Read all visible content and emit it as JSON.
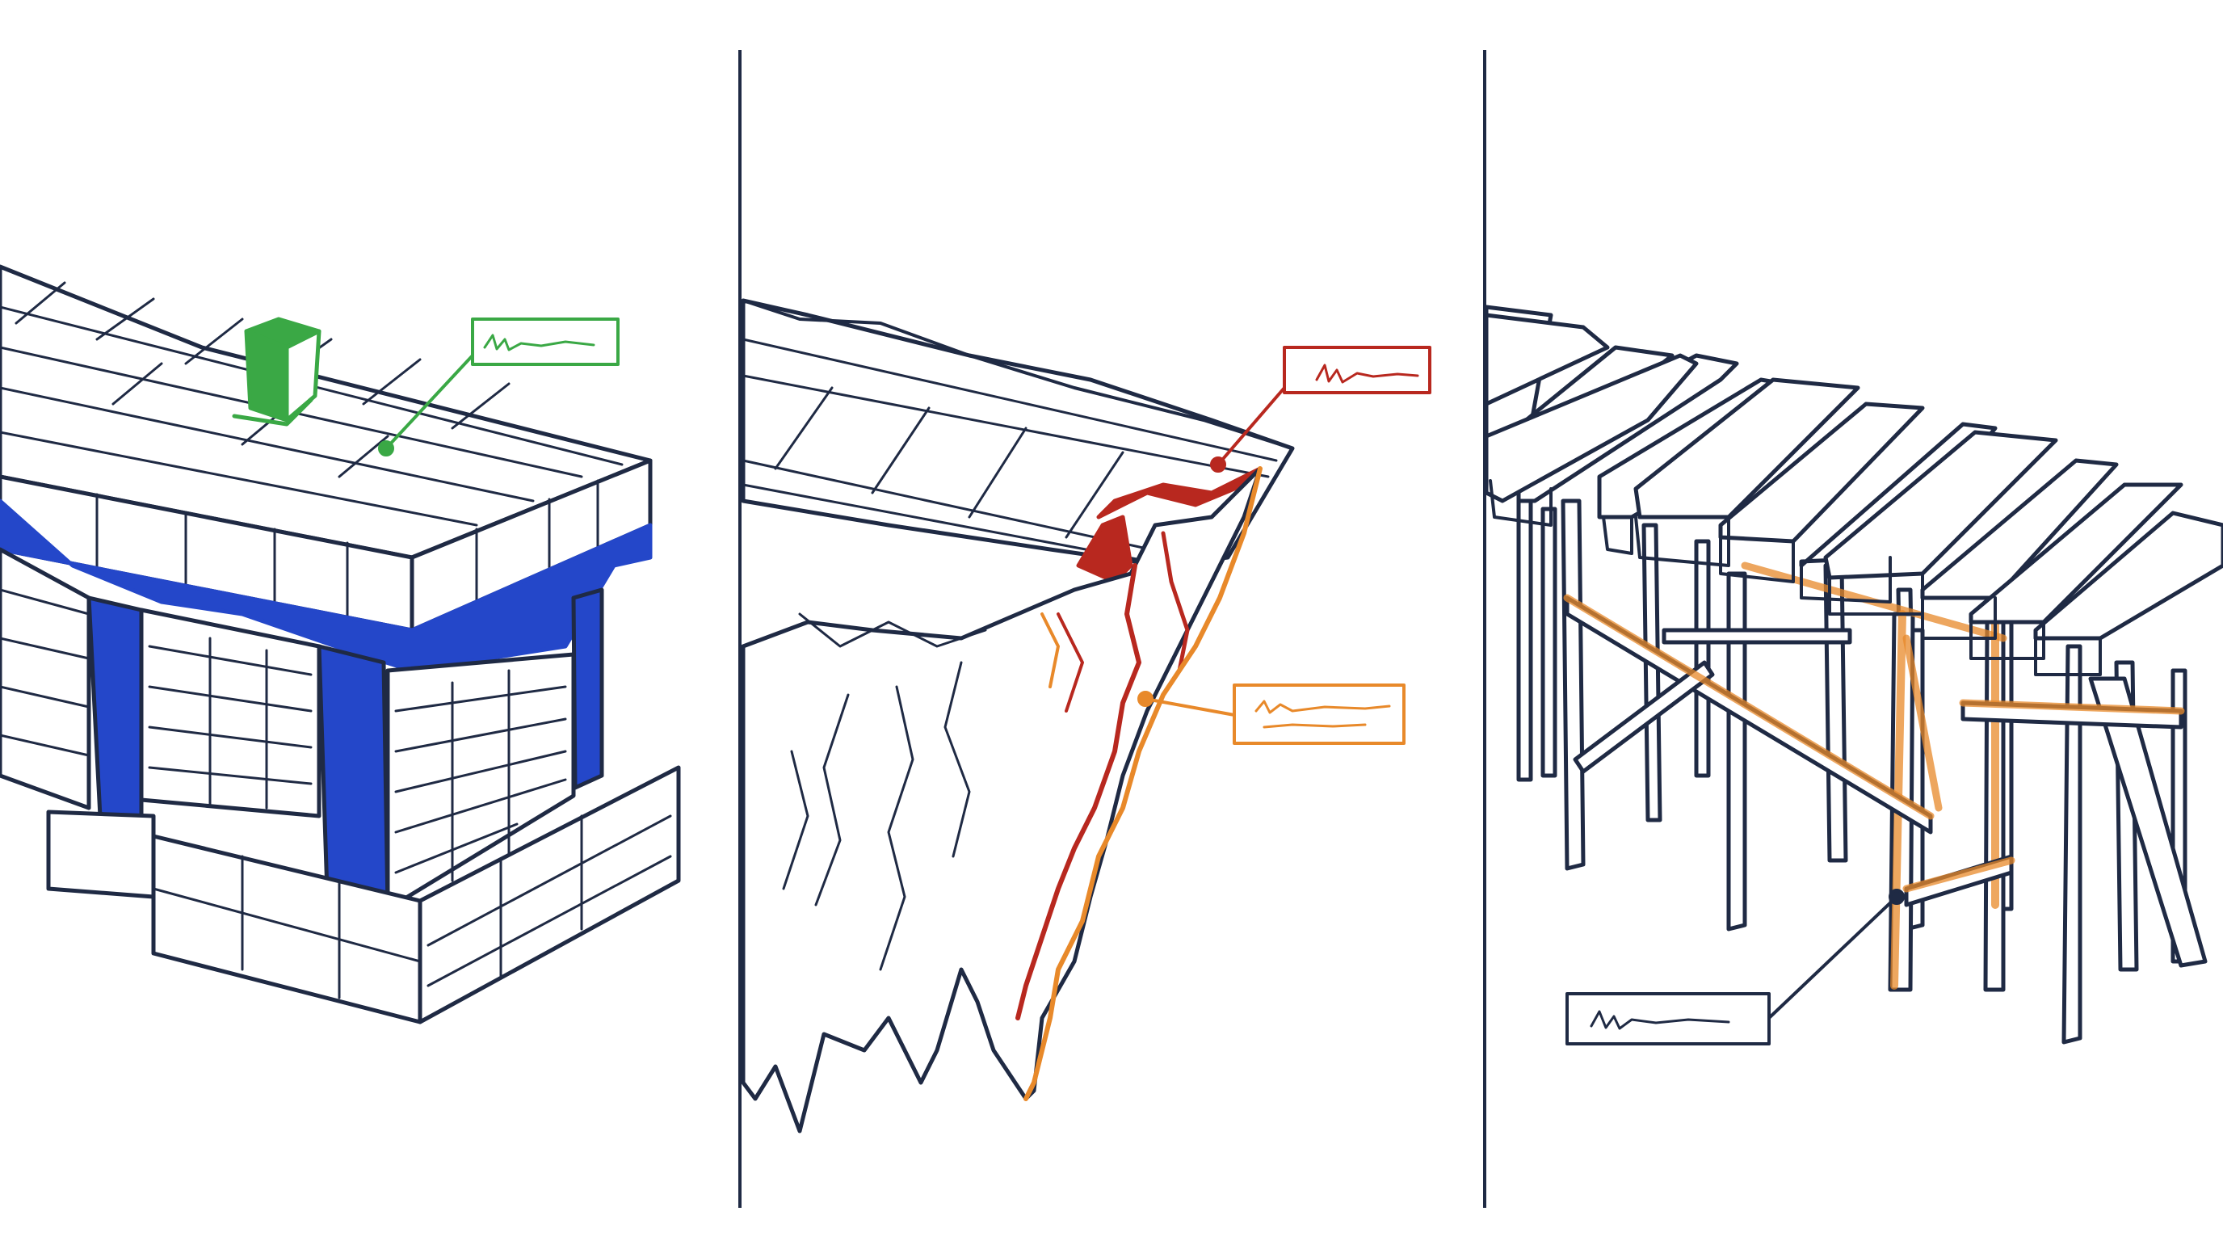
{
  "colors": {
    "ink": "#1f2a44",
    "stone_highlight": "#2447c9",
    "stable_marker": "#3aa845",
    "crack": "#b8281f",
    "stress": "#e8892a",
    "background": "#ffffff"
  },
  "panels": [
    {
      "id": "stone-bridge",
      "callouts": [
        {
          "color": "stable_marker",
          "label_text": ""
        }
      ]
    },
    {
      "id": "cliff-edge-bridge",
      "callouts": [
        {
          "color": "crack",
          "label_text": ""
        },
        {
          "color": "stress",
          "label_text": ""
        }
      ]
    },
    {
      "id": "wooden-trestle-bridge",
      "callouts": [
        {
          "color": "ink",
          "label_text": ""
        }
      ]
    }
  ],
  "icons": {
    "stable_marker": "green-cube-icon",
    "scribble": "scribble-label-icon"
  }
}
